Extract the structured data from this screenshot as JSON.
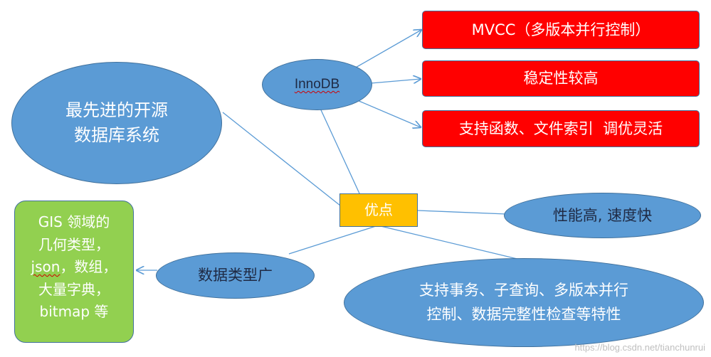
{
  "center": {
    "label": "优点"
  },
  "nodes": {
    "innodb": {
      "label": "InnoDB"
    },
    "advanced": {
      "line1": "最先进的开源",
      "line2": "数据库系统"
    },
    "mvcc": {
      "label": "MVCC（多版本并行控制）"
    },
    "stable": {
      "label": "稳定性较高"
    },
    "functions": {
      "label": "支持函数、文件索引  调优灵活"
    },
    "performance": {
      "label": "性能高, 速度快"
    },
    "datatypes": {
      "label": "数据类型广"
    },
    "transactions": {
      "line1": "支持事务、子查询、多版本并行",
      "line2": "控制、数据完整性检查等特性"
    },
    "types_detail": {
      "line1": "GIS 领域的",
      "line2": "几何类型，",
      "line3_word": "json",
      "line3_rest": "，数组，",
      "line4": "大量字典，",
      "line5": "bitmap 等"
    }
  },
  "watermark": "https://blog.csdn.net/tianchunrui",
  "colors": {
    "ellipse_fill": "#5b9bd5",
    "ellipse_border": "#41719c",
    "red_box": "#ff0000",
    "center_box": "#ffc000",
    "green_box": "#92d050",
    "connector": "#5b9bd5"
  }
}
